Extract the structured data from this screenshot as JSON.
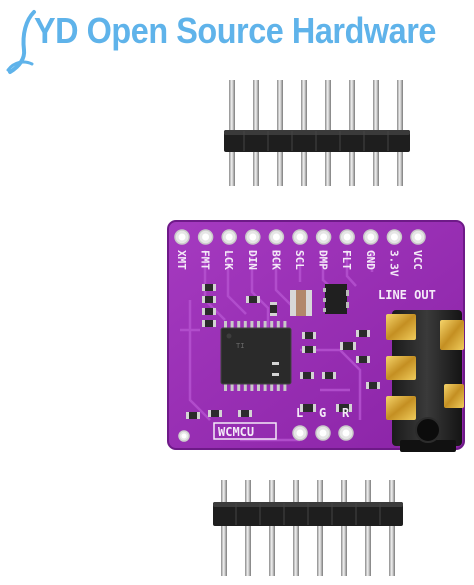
{
  "watermark": {
    "text": "YD Open Source Hardware"
  },
  "board": {
    "pin_labels": [
      "XMT",
      "FMT",
      "LCK",
      "DIN",
      "BCK",
      "SCL",
      "DMP",
      "FLT",
      "GND",
      "3.3V",
      "VCC"
    ],
    "line_out_label": "LINE OUT",
    "brand_label": "WCMCU",
    "bottom_pin_labels": [
      "L",
      "G",
      "R"
    ],
    "pcb_color": "#9a2fb5",
    "gold_color": "#d9a93a"
  }
}
